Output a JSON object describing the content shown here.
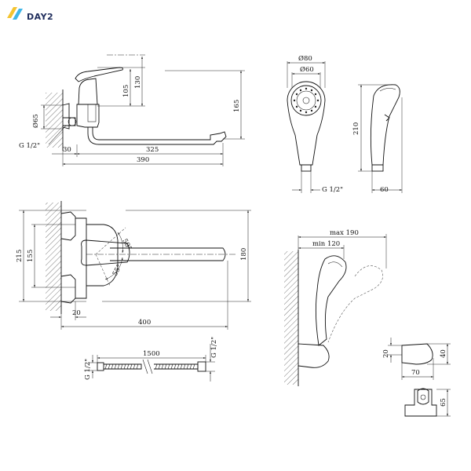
{
  "brand": {
    "logo_text": "DAY2",
    "logo_colors": [
      "#f4c430",
      "#3fb6e8"
    ]
  },
  "spout_side_view": {
    "handle_height_1": "105",
    "handle_height_2": "130",
    "total_height": "165",
    "flange_diameter": "Ø65",
    "thread": "G 1/2\"",
    "wall_offset": "30",
    "spout_reach": "325",
    "total_length": "390"
  },
  "hand_shower": {
    "head_outer_diameter": "Ø80",
    "head_inner_diameter": "Ø60",
    "length": "210",
    "thread": "G 1/2\"",
    "side_width": "60"
  },
  "top_view": {
    "height_155": "155",
    "height_215": "215",
    "angle_upper": "50°",
    "angle_lower": "55°",
    "depth_180": "180",
    "offset_20": "20",
    "total_length": "400"
  },
  "hose": {
    "length": "1500",
    "thread_left": "G 1/2\"",
    "thread_right": "G 1/2\""
  },
  "holder_mounted": {
    "max_reach": "max 190",
    "min_reach": "min 120"
  },
  "holder_detail": {
    "dim_20": "20",
    "dim_40": "40",
    "dim_70": "70",
    "dim_65": "65"
  }
}
